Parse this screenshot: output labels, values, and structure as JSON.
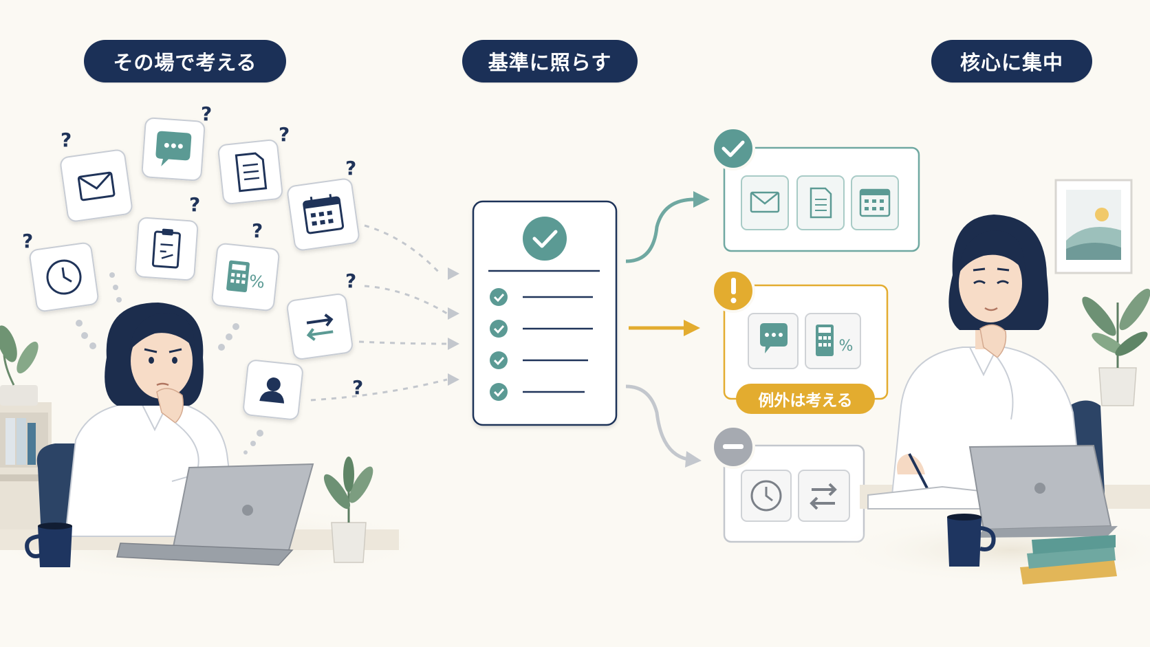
{
  "headings": {
    "left": "その場で考える",
    "center": "基準に照らす",
    "right": "核心に集中"
  },
  "exception_label": "例外は考える",
  "colors": {
    "navy": "#1b3057",
    "teal": "#5b9a94",
    "gold": "#e3ac2f",
    "gray": "#a6aab1",
    "background": "#fbf9f3"
  },
  "icons": {
    "left_cloud": [
      "envelope-icon",
      "chat-bubble-icon",
      "document-icon",
      "calendar-icon",
      "clipboard-icon",
      "clock-icon",
      "calculator-percent-icon",
      "swap-arrows-icon",
      "person-icon"
    ],
    "approved": [
      "envelope-icon",
      "document-icon",
      "calendar-icon"
    ],
    "exception": [
      "chat-bubble-icon",
      "calculator-percent-icon"
    ],
    "excluded": [
      "clock-icon",
      "swap-arrows-icon"
    ]
  },
  "status_icons": {
    "approved": "check-circle-icon",
    "exception": "exclamation-circle-icon",
    "excluded": "minus-circle-icon"
  },
  "question_mark": "?"
}
